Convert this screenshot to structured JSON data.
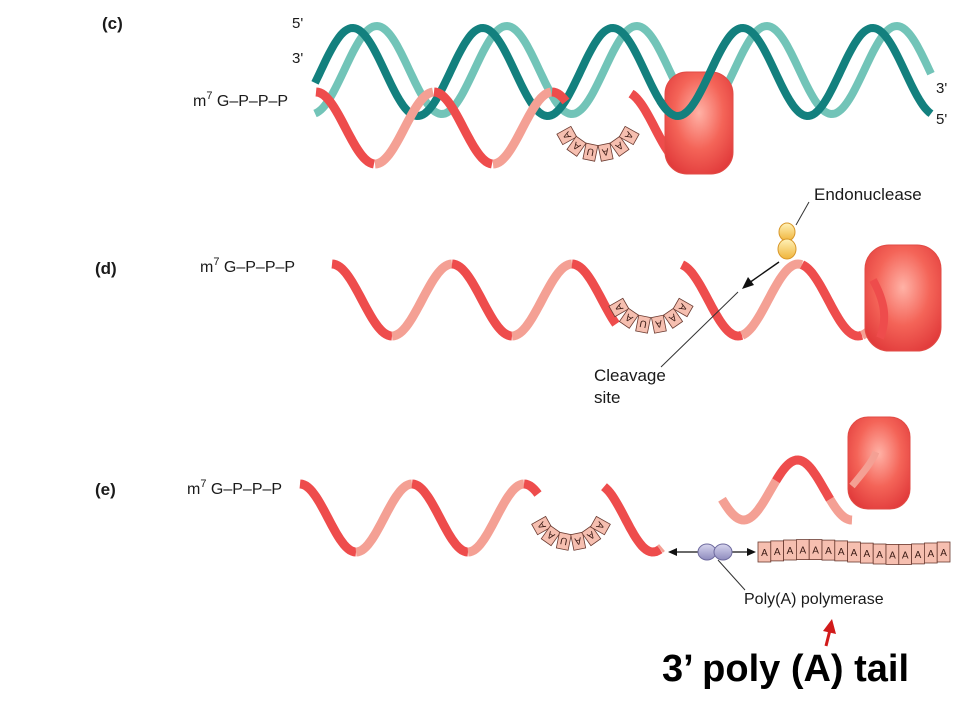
{
  "colors": {
    "dna_dark": "#13807e",
    "dna_light": "#72c4b8",
    "rna_dark": "#ee4c4c",
    "rna_light": "#f4a094",
    "box_fill": "#f6bfb0",
    "polymerase": "#b5b2d6",
    "polymerase_dark": "#7d7aa8",
    "accent_red": "#d11a1a",
    "endonuclease_light": "#ffe083",
    "endonuclease_dark": "#e6a52c"
  },
  "panels": {
    "c": {
      "label": "(c)",
      "dna_labels": {
        "top_left": "5'",
        "bottom_left": "3'",
        "top_right": "3'",
        "bottom_right": "5'"
      },
      "cap_prefix": "m",
      "cap_superscript": "7",
      "cap_rest": " G–P–P–P",
      "signal": [
        "A",
        "A",
        "U",
        "A",
        "A",
        "A"
      ]
    },
    "d": {
      "label": "(d)",
      "cap_prefix": "m",
      "cap_superscript": "7",
      "cap_rest": " G–P–P–P",
      "signal": [
        "A",
        "A",
        "U",
        "A",
        "A",
        "A"
      ],
      "endonuclease_label": "Endonuclease",
      "cleavage_label_line1": "Cleavage",
      "cleavage_label_line2": "site"
    },
    "e": {
      "label": "(e)",
      "cap_prefix": "m",
      "cap_superscript": "7",
      "cap_rest": " G–P–P–P",
      "signal": [
        "A",
        "A",
        "U",
        "A",
        "A",
        "A"
      ],
      "tail": [
        "A",
        "A",
        "A",
        "A",
        "A",
        "A",
        "A",
        "A",
        "A",
        "A",
        "A",
        "A",
        "A",
        "A",
        "A"
      ],
      "polymerase_label": "Poly(A) polymerase"
    }
  },
  "caption": "3’ poly (A) tail"
}
